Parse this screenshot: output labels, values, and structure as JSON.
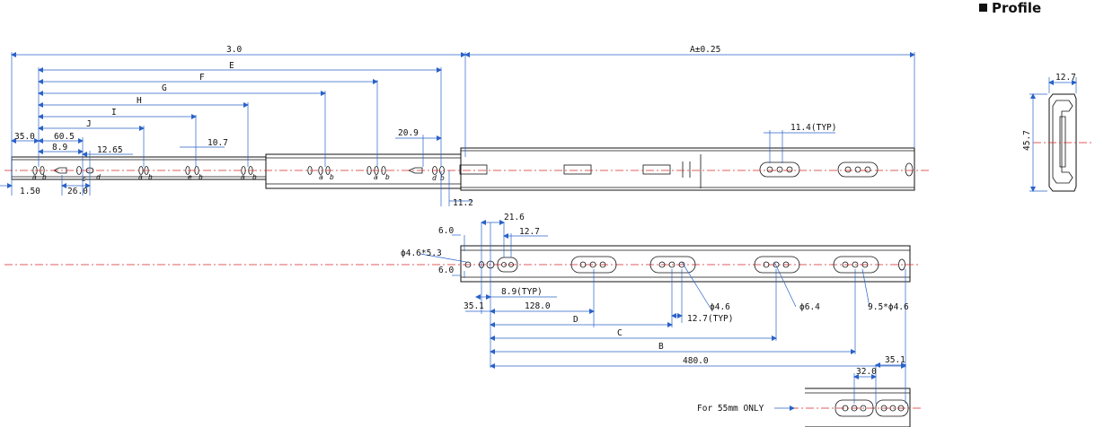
{
  "heading": {
    "label": "Profile"
  },
  "slide_dims": {
    "overall": "3.0",
    "travel": "A±0.25",
    "E": "E",
    "F": "F",
    "G": "G",
    "H": "H",
    "I": "I",
    "J": "J",
    "d35": "35.0",
    "d60": "60.5",
    "d8_9": "8.9",
    "d12_65": "12.65",
    "d10_7": "10.7",
    "d20_9": "20.9",
    "d11_4": "11.4(TYP)",
    "d1_50": "1.50",
    "d26": "26.0",
    "d11_2": "11.2"
  },
  "hole_labels": {
    "a": "a",
    "b": "b",
    "c": "c",
    "d": "d",
    "e": "e"
  },
  "rail_dims": {
    "d6_top": "6.0",
    "d6_bot": "6.0",
    "d21_6": "21.6",
    "d12_7": "12.7",
    "phi_slot": "ϕ4.6*5.3",
    "d8_9typ": "8.9(TYP)",
    "d35_1": "35.1",
    "d128": "128.0",
    "D": "D",
    "phi46": "ϕ4.6",
    "d12_7typ": "12.7(TYP)",
    "phi64": "ϕ6.4",
    "slot95": "9.5*ϕ4.6",
    "C": "C",
    "B": "B",
    "d480": "480.0"
  },
  "detail": {
    "d32": "32.0",
    "d35_1": "35.1",
    "note": "For 55mm ONLY"
  },
  "profile_dims": {
    "width": "12.7",
    "height": "45.7"
  }
}
